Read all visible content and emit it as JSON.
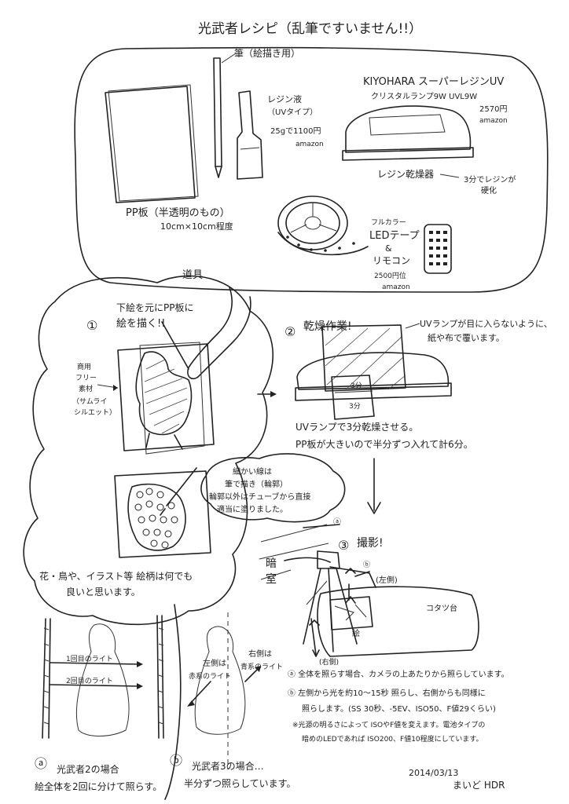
{
  "title": "光武者レシピ（乱筆ですいません!!）",
  "tools_section": {
    "label": "道具",
    "brush": "筆（絵描き用）",
    "resin_liquid": [
      "レジン液",
      "（UVタイプ）",
      "25gで1100円",
      "amazon"
    ],
    "pp_sheet": [
      "PP板（半透明のもの）",
      "10cm×10cm程度"
    ],
    "uv_lamp": [
      "KIYOHARA スーパーレジンUV",
      "クリスタルランプ9W UVL9W",
      "2570円",
      "amazon"
    ],
    "dryer_label": "レジン乾燥器",
    "dryer_note": [
      "3分でレジンが",
      "硬化"
    ],
    "led_tape": [
      "フルカラー",
      "LEDテープ",
      "&",
      "リモコン",
      "2500円位",
      "amazon"
    ]
  },
  "step1": {
    "number": "①",
    "caption": [
      "下絵を元にPP板に",
      "絵を描く!!"
    ],
    "side_note": [
      "商用",
      "フリー",
      "素材",
      "（サムライ",
      "シルエット）"
    ],
    "brush_note": [
      "細かい線は",
      "筆で描き（輪郭）",
      "輪郭以外はチューブから直接",
      "適当に塗りました。"
    ],
    "theme_note": [
      "花・鳥や、イラスト等 絵柄は何でも",
      "良いと思います。"
    ]
  },
  "step2": {
    "number": "②",
    "title": "乾燥作業!",
    "uv_note": [
      "UVランプが目に入らないように、",
      "紙や布で覆います。"
    ],
    "timer_labels": [
      "3分",
      "3分"
    ],
    "caption": [
      "UVランプで3分乾燥させる。",
      "PP板が大きいので半分ずつ入れて計6分。"
    ]
  },
  "step3": {
    "number": "③",
    "title": "撮影!",
    "room_label": "暗室",
    "a_marker": "ⓐ",
    "b_marker": "ⓑ",
    "left_side": "(左側)",
    "kotatsu": "コタツ台",
    "art_label": "絵",
    "right_side": "(右側)",
    "notes": [
      "ⓐ 全体を照らす場合、カメラの上あたりから照らしています。",
      "ⓑ 左側から光を約10〜15秒 照らし、右側からも同様に",
      "照らします。(SS 30秒、-5EV、ISO50、F値29くらい)",
      "※光源の明るさによって ISOやF値を変えます。電池タイプの",
      "暗めのLEDであれば ISO200、F値10程度にしています。"
    ]
  },
  "case_a": {
    "light1": "1回目のライト",
    "light2": "2回目のライト",
    "marker": "ⓐ",
    "caption": [
      "光武者2の場合",
      "絵全体を2回に分けて照らす。"
    ]
  },
  "case_b": {
    "left_note": [
      "左側は",
      "赤系のライト"
    ],
    "right_note": [
      "右側は",
      "青系のライト"
    ],
    "marker": "ⓑ",
    "caption": [
      "光武者3の場合…",
      "半分ずつ照らしています。"
    ]
  },
  "footer": {
    "date": "2014/03/13",
    "author": "まいど HDR"
  }
}
